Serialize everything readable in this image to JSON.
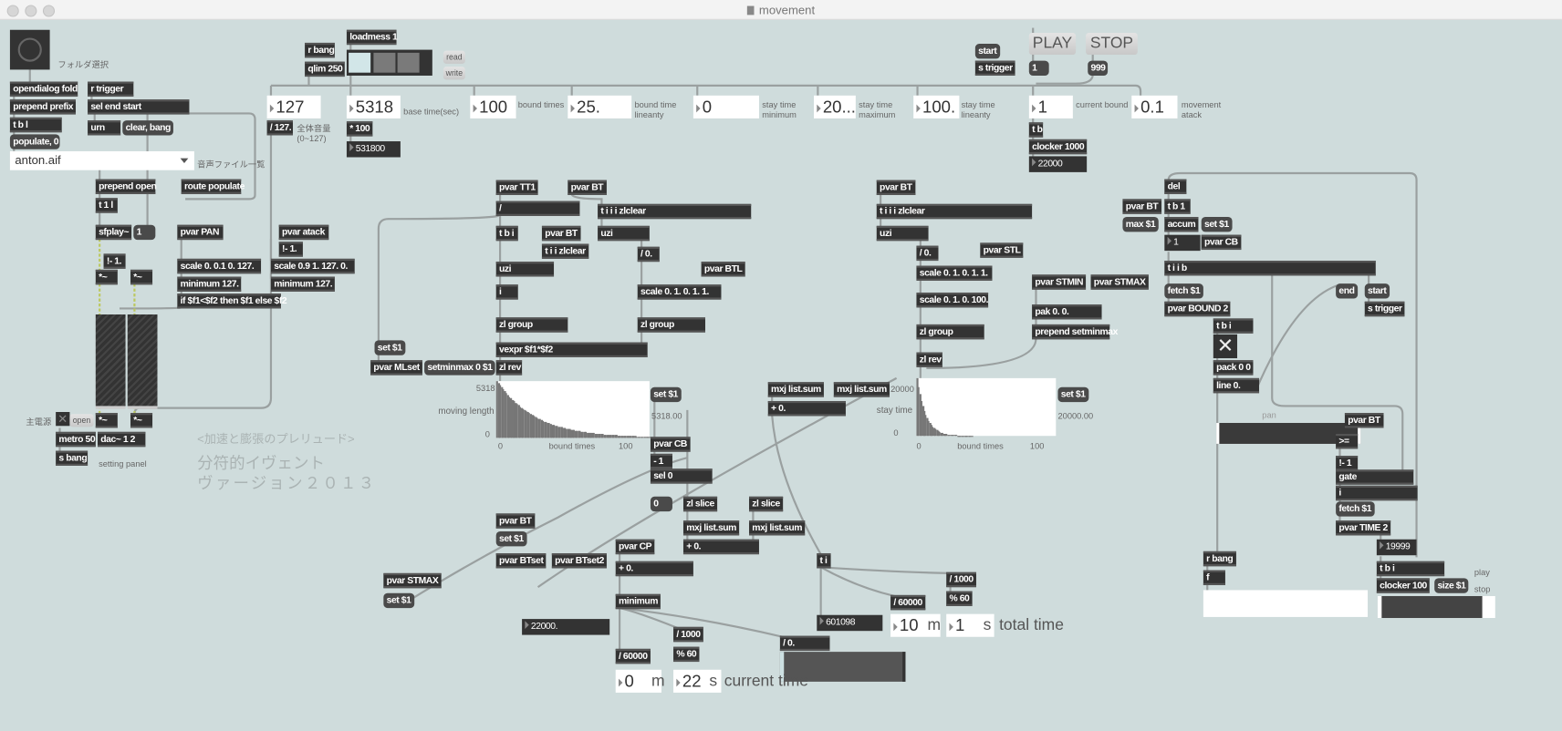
{
  "window": {
    "title": "movement"
  },
  "objects": [
    "opendialog fold",
    "prepend prefix",
    "t b l",
    "populate, 0",
    "r trigger",
    "sel end start",
    "urn",
    "clear, bang",
    "prepend open",
    "route populate",
    "t 1 l",
    "sfplay~",
    "1",
    "!- 1.",
    "*~",
    "*~",
    "pvar PAN",
    "scale 0. 0.1 0. 127.",
    "minimum 127.",
    "if $f1<$f2 then $f1 else $f2",
    "pvar atack",
    "!- 1.",
    "scale 0.9 1. 127. 0.",
    "minimum 127.",
    "*~",
    "*~",
    "metro 50",
    "dac~ 1 2",
    "s bang",
    "r bang",
    "qlim 250",
    "loadmess 1",
    "/ 127.",
    "* 100",
    "531800",
    "pvar TT1",
    "pvar BT",
    "/",
    "t i i i zlclear",
    "t b i",
    "pvar BT",
    "t i i zlclear",
    "uzi",
    "uzi",
    "/ 0.",
    "pvar BTL",
    "i",
    "scale 0. 1. 0. 1. 1.",
    "zl group",
    "zl group",
    "set $1",
    "vexpr $f1*$f2",
    "pvar MLset",
    "setminmax 0 $1",
    "zl rev",
    "set $1",
    "pvar CB",
    "- 1",
    "sel 0",
    "0",
    "zl slice",
    "zl slice",
    "mxj list.sum",
    "mxj list.sum",
    "+ 0.",
    "mxj list.sum",
    "mxj list.sum",
    "+ 0.",
    "pvar BT",
    "set $1",
    "pvar BTset",
    "pvar BTset2",
    "pvar STMAX",
    "set $1",
    "pvar CP",
    "+ 0.",
    "minimum",
    "22000.",
    "/ 1000",
    "% 60",
    "/ 60000",
    "t i",
    "601098",
    "/ 0.",
    "/ 60000",
    "/ 1000",
    "% 60",
    "pvar BT",
    "t i i i zlclear",
    "uzi",
    "/ 0.",
    "pvar STL",
    "scale 0. 1. 0. 1. 1.",
    "scale 0. 1. 0. 100.",
    "pvar STMIN",
    "pvar STMAX",
    "pak 0. 0.",
    "prepend setminmax",
    "zl group",
    "zl rev",
    "set $1",
    "start",
    "s trigger",
    "1",
    "999",
    "t b",
    "clocker 1000",
    "22000",
    "del",
    "pvar BT",
    "max $1",
    "t b 1",
    "accum",
    "set $1",
    "1",
    "pvar CB",
    "t i i b",
    "fetch $1",
    "pvar BOUND 2",
    "end",
    "start",
    "s trigger",
    "t b i",
    "pack 0 0",
    "line 0.",
    "pvar BT",
    ">=",
    "!- 1",
    "gate",
    "i",
    "fetch $1",
    "pvar TIME 2",
    "19999",
    "t b i",
    "clocker 100",
    "size $1",
    "r bang",
    "f"
  ],
  "params": [
    {
      "value": "127",
      "label": "全体音量\n(0~127)"
    },
    {
      "value": "5318",
      "label": "base time(sec)"
    },
    {
      "value": "100",
      "label": "bound times"
    },
    {
      "value": "25.",
      "label": "bound time\nlineanty"
    },
    {
      "value": "0",
      "label": "stay time\nminimum"
    },
    {
      "value": "20...",
      "label": "stay time\nmaximum"
    },
    {
      "value": "100.",
      "label": "stay time\nlineanty"
    },
    {
      "value": "1",
      "label": "current bound"
    },
    {
      "value": "0.1",
      "label": "movement\natack"
    }
  ],
  "current_time": {
    "minutes": "0",
    "m_unit": "m",
    "seconds": "22",
    "s_unit": "s",
    "label": "current time"
  },
  "total_time": {
    "minutes": "10",
    "m_unit": "m",
    "seconds": "1",
    "s_unit": "s",
    "label": "total time"
  },
  "comments": {
    "folder": "フォルダ選択",
    "filelist": "音声ファイル一覧",
    "power": "主電源",
    "open": "open",
    "setting": "setting panel",
    "heading1": "<加速と膨張のプレリュード>",
    "heading2": "分符的イヴェント",
    "heading3": "ヴァージョン２０１３",
    "pan": "pan",
    "play": "play",
    "stop": "stop"
  },
  "buttons": {
    "read": "read",
    "write": "write",
    "play": "PLAY",
    "stop": "STOP"
  },
  "file_menu": {
    "selected": "anton.aif"
  },
  "moving_chart": {
    "ymax": "5318",
    "ylabel": "moving length",
    "ymin": "0",
    "xmin": "0",
    "xlabel": "bound times",
    "xmax": "100",
    "readout": "5318.00",
    "max": 5318,
    "count": 100,
    "curve": 25
  },
  "stay_chart": {
    "ymax": "20000",
    "ylabel": "stay time",
    "ymin": "0",
    "xmin": "0",
    "xlabel": "bound times",
    "xmax": "100",
    "readout": "20000.00",
    "max": 20000,
    "count": 100,
    "curve": 6
  },
  "progress": {
    "clocker_fraction": 0.86,
    "total_fraction": 0.035
  }
}
